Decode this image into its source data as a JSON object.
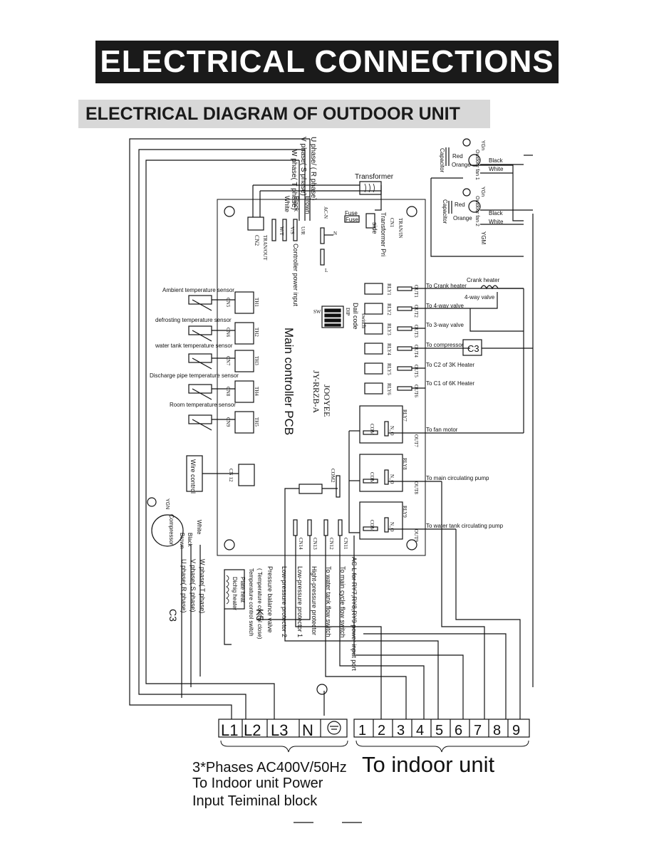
{
  "header": {
    "title": "ELECTRICAL CONNECTIONS",
    "subtitle": "ELECTRICAL DIAGRAM OF OUTDOOR UNIT"
  },
  "pcb": {
    "title": "Main controller PCB",
    "model": "JY-RRZB-A",
    "brand": "JOOYEE",
    "cn1": "CN1",
    "cn2": "CN2",
    "tran_in": "TRAN/IN",
    "tran_out": "TRAN/OUT",
    "fuse1": "Fuse",
    "fuse2": "Fuse",
    "ac_n": "AC-N",
    "dial_label": "Dail code",
    "dial_label2": "switch",
    "sw": "SW",
    "on": "ON",
    "dip": "DIP",
    "dip_nums": "1 2 3 4",
    "com": "COM",
    "com2": "COM2",
    "n_o": "N_O",
    "cn11": "CN11",
    "cn12": "CN12",
    "cn13": "CN13",
    "cn14": "CN14",
    "cn_wire": "CN 12",
    "u_r": "U/R",
    "v_s": "V/S",
    "w_t": "W/T",
    "n": "N",
    "l": "L",
    "controller_power": "Controller power input"
  },
  "supply": {
    "u_phase": "U phase/ ( R phase)",
    "v_phase": "V phase( S phase)",
    "w_phase": "W phase( T phase)",
    "brown": "Brown",
    "black": "Black",
    "white": "White"
  },
  "transformer": {
    "label": "Transformer",
    "pri": "Transformer Pri",
    "side": "side"
  },
  "fans": [
    {
      "name": "Outdoor fan 1",
      "ygn": "YGn",
      "cap": "Capacitor",
      "red": "Red",
      "orange": "Orange",
      "black": "Black",
      "white": "White"
    },
    {
      "name": "Outdoor fan 2",
      "ygn": "YGn",
      "cap": "Capacitor",
      "red": "Red",
      "orange": "Orange",
      "black": "Black",
      "white": "White",
      "ygm": "YGM"
    }
  ],
  "sensors": [
    {
      "label": "Ambient temperature sensor",
      "cn": "CN5",
      "th": "TH1"
    },
    {
      "label": "defrosting temperature sensor",
      "cn": "CN6",
      "th": "TH2"
    },
    {
      "label": "water tank temperature sensor",
      "cn": "CN7",
      "th": "TH3"
    },
    {
      "label": "Discharge pipe temperature sensor",
      "cn": "CN8",
      "th": "TH4"
    },
    {
      "label": "Room temperature sensor",
      "cn": "CN9",
      "th": "TH5"
    }
  ],
  "wire_control": "Wire control",
  "relays": [
    {
      "ry": "RLY1",
      "out": "OUT1",
      "label": "To Crank heater"
    },
    {
      "ry": "RLY2",
      "out": "OUT2",
      "label": "To 4-way valve"
    },
    {
      "ry": "RLY3",
      "out": "OUT3",
      "label": "To 3-way valve"
    },
    {
      "ry": "RLY4",
      "out": "OUT4",
      "label": "To compressor"
    },
    {
      "ry": "RLY5",
      "out": "OUT5",
      "label": "To C2 of 3K Heater"
    },
    {
      "ry": "RLY6",
      "out": "OUT6",
      "label": "To C1 of 6K Heater"
    }
  ],
  "big_relays": [
    {
      "ry": "RLY7",
      "out": "OUT7",
      "label": "To fan motor"
    },
    {
      "ry": "RLY8",
      "out": "OUT8",
      "label": "To main circulating pump"
    },
    {
      "ry": "RLY9",
      "out": "OUT9",
      "label": "To water tank circulating pump"
    }
  ],
  "loads": {
    "crank": "Crank heater",
    "fourway": "4-way valve",
    "c3": "C3"
  },
  "bottom_notes": [
    "AC-L for RY7,RY8,RY9 power input port",
    "To main cycle flow switch",
    "To water tank flow switch",
    "Hight-pressure protector",
    "Low-pressure protector 1",
    "Low-pressure protector 2",
    "Pressure balance valve"
  ],
  "compressor": {
    "label": "Compressor",
    "ygn": "YGN",
    "white": "White",
    "black": "Black",
    "brown": "Brown",
    "w_phase": "W phase( T phase)",
    "v_phase": "V phase( S phase)",
    "u_phase": "U phase( R phase)",
    "c3": "C3",
    "k5": "K5",
    "tcs": "Temperature control switch",
    "tcs2": "( Temperature control close)",
    "dh": "Dichig heater",
    "ph": "Plate heat"
  },
  "terminals_power": [
    "L1",
    "L2",
    "L3",
    "N"
  ],
  "terminals_indoor": [
    "1",
    "2",
    "3",
    "4",
    "5",
    "6",
    "7",
    "8",
    "9"
  ],
  "captions": {
    "power1": "3*Phases AC400V/50Hz",
    "power2": "To Indoor unit  Power",
    "power3": "Input  Teiminal block",
    "indoor": "To indoor unit"
  }
}
